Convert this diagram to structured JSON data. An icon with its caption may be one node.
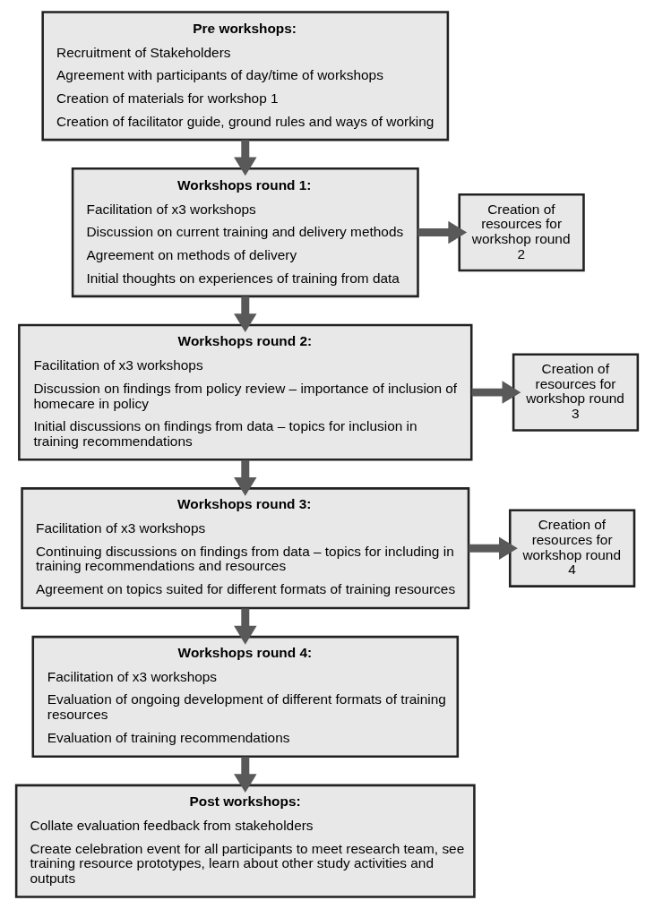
{
  "diagram": {
    "nodes": [
      {
        "text": [
          "Pre workshops:",
          "Recruitment of Stakeholders",
          "Agreement with participants of day/time of workshops",
          "Creation of materials for workshop 1",
          "Creation of facilitator guide, ground rules and ways of working"
        ]
      },
      {
        "text": [
          "Workshops round 1:",
          "Facilitation of x3 workshops",
          "Discussion on current training and delivery methods",
          "Agreement on methods of delivery",
          "Initial thoughts on experiences of training from data"
        ]
      },
      {
        "text": [
          "Creation of resources for workshop round 2"
        ]
      },
      {
        "text": [
          "Workshops round 2:",
          "Facilitation of x3 workshops",
          "Discussion on findings from policy review – importance of inclusion of homecare in policy",
          "Initial discussions on findings from data – topics for inclusion in training recommendations"
        ]
      },
      {
        "text": [
          "Creation of resources for workshop round 3"
        ]
      },
      {
        "text": [
          "Workshops round 3:",
          "Facilitation of x3 workshops",
          "Continuing discussions on findings from data – topics for including in training recommendations and resources",
          "Agreement on topics suited for different formats of training resources"
        ]
      },
      {
        "text": [
          "Creation of resources for workshop round 4"
        ]
      },
      {
        "text": [
          "Workshops round 4:",
          "Facilitation of x3 workshops",
          "Evaluation of ongoing development of different formats of training resources",
          "Evaluation of training recommendations"
        ]
      },
      {
        "text": [
          "Post workshops:",
          "Collate evaluation feedback from stakeholders",
          "Create celebration event for all participants to meet research team, see training resource prototypes, learn about other study activities and outputs"
        ]
      }
    ],
    "edges": [
      {
        "from": 0,
        "to": 1,
        "arrow": "to"
      },
      {
        "from": 1,
        "to": 2,
        "arrow": "to"
      },
      {
        "from": 1,
        "to": 3,
        "arrow": "to"
      },
      {
        "from": 3,
        "to": 4,
        "arrow": "to"
      },
      {
        "from": 3,
        "to": 5,
        "arrow": "to"
      },
      {
        "from": 5,
        "to": 6,
        "arrow": "to"
      },
      {
        "from": 5,
        "to": 7,
        "arrow": "to"
      },
      {
        "from": 7,
        "to": 8,
        "arrow": "to"
      }
    ]
  }
}
